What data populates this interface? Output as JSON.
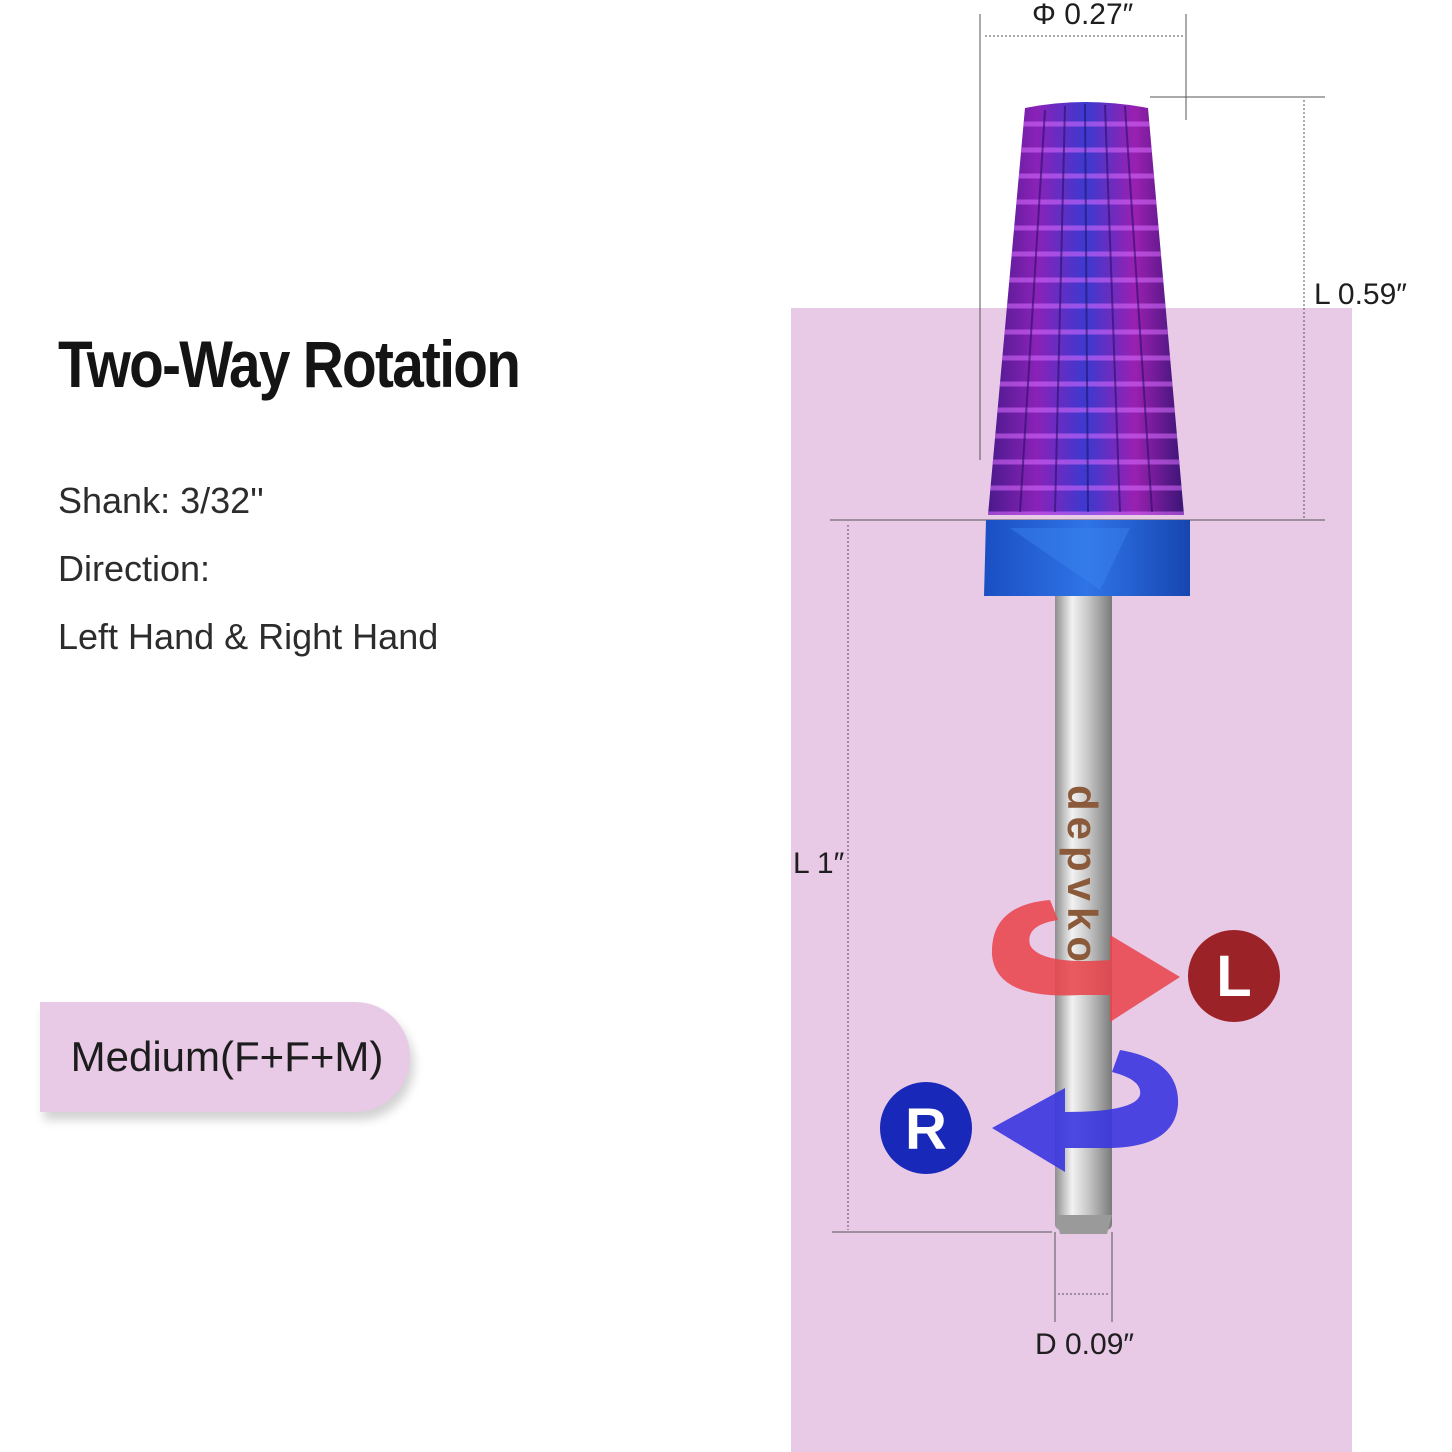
{
  "heading": "Two-Way Rotation",
  "specs": {
    "shank": "Shank: 3/32''",
    "direction": "Direction:",
    "hands": "Left Hand & Right Hand"
  },
  "grit_badge": "Medium(F+F+M)",
  "dimensions": {
    "head_diameter": "Φ 0.27″",
    "head_length": "L 0.59″",
    "shank_length": "L 1″",
    "shank_diameter": "D 0.09″"
  },
  "brand_text": "depvko",
  "rotation": {
    "left_label": "L",
    "right_label": "R"
  },
  "colors": {
    "panel": "#e8c9e6",
    "bit_purple": "#7a1fb8",
    "collar_blue": "#1f5fd6",
    "left_arrow": "#e8454c",
    "left_circle": "#9b2328",
    "right_arrow": "#3a35e0",
    "right_circle": "#1828b8"
  },
  "icons": [
    "rotation-left-arrow-icon",
    "rotation-right-arrow-icon"
  ]
}
